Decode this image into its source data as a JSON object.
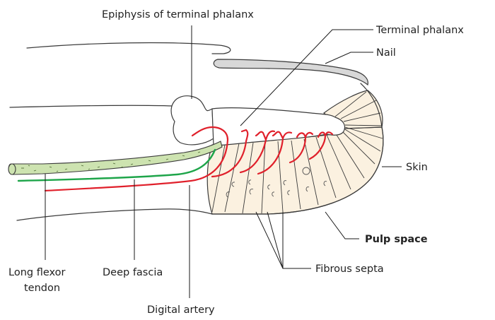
{
  "labels": {
    "epiphysis": "Epiphysis of terminal phalanx",
    "terminal_phalanx": "Terminal phalanx",
    "nail": "Nail",
    "skin": "Skin",
    "pulp_space": "Pulp space",
    "fibrous_septa": "Fibrous septa",
    "digital_artery": "Digital artery",
    "deep_fascia": "Deep fascia",
    "long_flexor_line1": "Long flexor",
    "long_flexor_line2": "tendon"
  },
  "colors": {
    "artery": "#e0202b",
    "deep_fascia": "#1ea54a",
    "tendon_fill": "#cde3b0",
    "pulp_fill": "#fbf1e0",
    "nail_fill": "#d8d8d8"
  }
}
